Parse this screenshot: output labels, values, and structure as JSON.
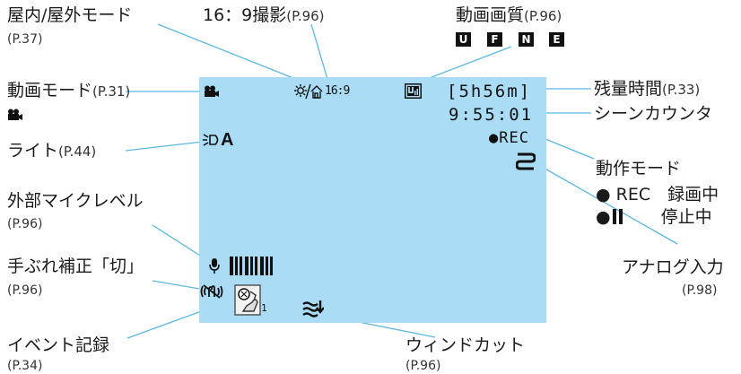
{
  "labels": {
    "indoor_outdoor": "屋内/屋外モード",
    "indoor_outdoor_ref": "(P.37)",
    "aspect": "16：9撮影",
    "aspect_ref": "(P.96)",
    "video_quality": "動画画質",
    "video_quality_ref": "(P.96)",
    "remaining_time": "残量時間",
    "remaining_time_ref": "(P.33)",
    "video_mode": "動画モード",
    "video_mode_ref": "(P.31)",
    "scene_counter": "シーンカウンタ",
    "light": "ライト",
    "light_ref": "(P.44)",
    "operation_mode": "動作モード",
    "rec_line": "REC　録画中",
    "pause_line": "停止中",
    "mic_level": "外部マイクレベル",
    "mic_level_ref": "(P.96)",
    "stabilizer": "手ぶれ補正「切」",
    "stabilizer_ref": "(P.96)",
    "analog_input": "アナログ入力",
    "analog_input_ref": "(P.98)",
    "event_record": "イベント記録",
    "event_record_ref": "(P.34)",
    "wind_cut": "ウィンドカット",
    "wind_cut_ref": "(P.96)"
  },
  "lcd": {
    "aspect_value": "16:9",
    "remaining": "[5h56m]",
    "counter": "9:55:01",
    "rec": "●REC",
    "light_mode": "A",
    "event_sub": "1"
  },
  "quality_icons": [
    "U",
    "F",
    "N",
    "E"
  ],
  "icons": [
    "video-camera-icon",
    "indoor-outdoor-icon",
    "quality-ultra-icon",
    "light-icon",
    "analog-input-icon",
    "microphone-icon",
    "mic-level-bars-icon",
    "stabilizer-off-icon",
    "event-record-icon",
    "wind-cut-icon",
    "record-dot-icon",
    "pause-icon"
  ],
  "colors": {
    "screen": "#aadcf6",
    "leader": "#5bb8e0",
    "text": "#1a1a1a"
  }
}
